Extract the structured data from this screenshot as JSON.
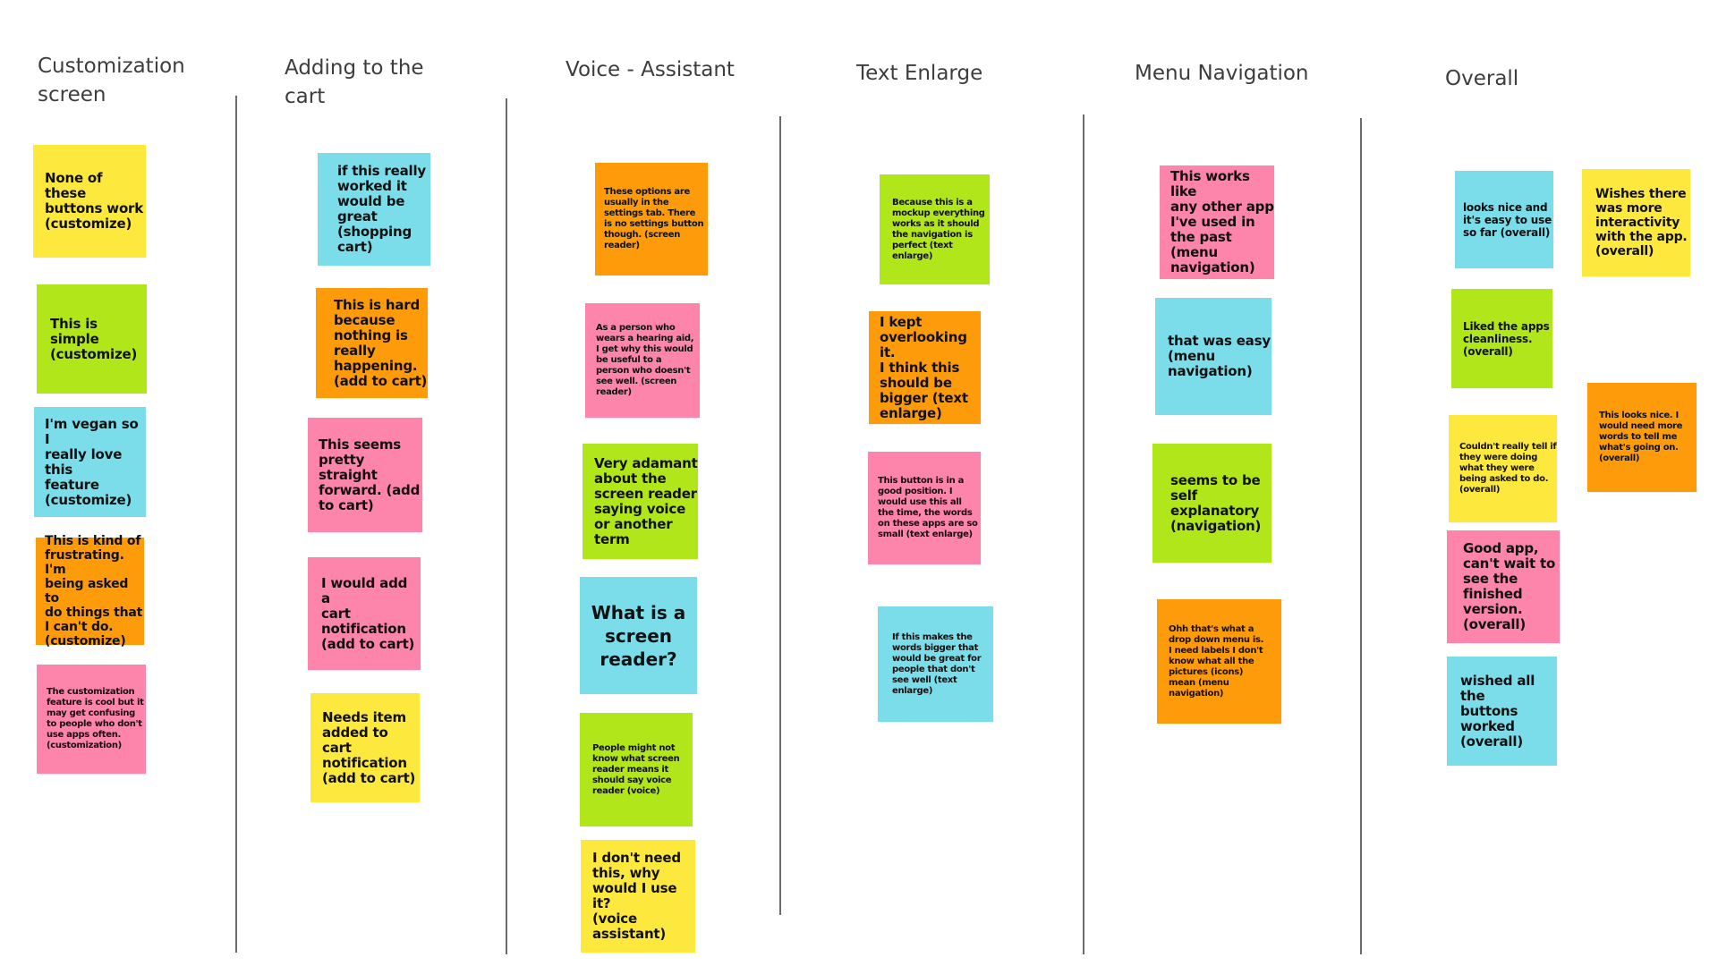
{
  "columns": [
    {
      "title": "Customization\nscreen",
      "notes": [
        {
          "text": "None of these\nbuttons work\n(customize)",
          "color": "yellow"
        },
        {
          "text": "This is simple\n(customize)",
          "color": "green"
        },
        {
          "text": "I'm vegan so I\nreally love this\nfeature\n(customize)",
          "color": "cyan"
        },
        {
          "text": "This is kind of\nfrustrating. I'm\nbeing asked to\ndo things that\nI can't do.\n(customize)",
          "color": "orange"
        },
        {
          "text": "The customization\nfeature is cool but it\nmay get confusing\nto people who don't\nuse apps often.\n(customization)",
          "color": "pink"
        }
      ]
    },
    {
      "title": "Adding to the\ncart",
      "notes": [
        {
          "text": "if this really\nworked it\nwould be\ngreat\n(shopping\ncart)",
          "color": "cyan"
        },
        {
          "text": "This is hard\nbecause\nnothing is\nreally\nhappening.\n(add to cart)",
          "color": "orange"
        },
        {
          "text": "This seems\npretty straight\nforward. (add\nto cart)",
          "color": "pink"
        },
        {
          "text": "I would add a\ncart\nnotification\n(add to cart)",
          "color": "pink"
        },
        {
          "text": "Needs item\nadded to cart\nnotification\n(add to cart)",
          "color": "yellow"
        }
      ]
    },
    {
      "title": "Voice - Assistant",
      "notes": [
        {
          "text": "These options are\nusually in the\nsettings tab. There\nis no settings button\nthough. (screen\nreader)",
          "color": "orange"
        },
        {
          "text": "As a person who\nwears a hearing aid,\nI get why this would\nbe useful to a\nperson who doesn't\nsee well. (screen\nreader)",
          "color": "pink"
        },
        {
          "text": "Very adamant\nabout the\nscreen reader\nsaying voice\nor another\nterm",
          "color": "green"
        },
        {
          "text": "What is a\nscreen\nreader?",
          "color": "cyan"
        },
        {
          "text": "People might not\nknow what screen\nreader means it\nshould say voice\nreader (voice)",
          "color": "green"
        },
        {
          "text": "I don't need\nthis, why\nwould I use it?\n(voice\nassistant)",
          "color": "yellow"
        }
      ]
    },
    {
      "title": "Text Enlarge",
      "notes": [
        {
          "text": "Because this is a\nmockup everything\nworks as it should\nthe navigation is\nperfect (text\nenlarge)",
          "color": "green"
        },
        {
          "text": "I kept\noverlooking it.\nI think this\nshould be\nbigger (text\nenlarge)",
          "color": "orange"
        },
        {
          "text": "This button is in a\ngood position. I\nwould use this all\nthe time, the words\non these apps are so\nsmall (text enlarge)",
          "color": "pink"
        },
        {
          "text": "If this makes the\nwords bigger that\nwould be great for\npeople that don't\nsee well (text\nenlarge)",
          "color": "cyan"
        }
      ]
    },
    {
      "title": "Menu Navigation",
      "notes": [
        {
          "text": "This works like\nany other app\nI've used in\nthe past\n(menu\nnavigation)",
          "color": "pink"
        },
        {
          "text": "that was easy\n(menu\nnavigation)",
          "color": "cyan"
        },
        {
          "text": "seems to be\nself\nexplanatory\n(navigation)",
          "color": "green"
        },
        {
          "text": "Ohh that's what a\ndrop down menu is.\nI need labels I don't\nknow what all the\npictures (icons)\nmean (menu\nnavigation)",
          "color": "orange"
        }
      ]
    },
    {
      "title": "Overall",
      "notes": [
        {
          "text": "looks nice and\nit's easy to use\nso far (overall)",
          "color": "cyan"
        },
        {
          "text": "Wishes there\nwas more\ninteractivity\nwith the app.\n(overall)",
          "color": "yellow"
        },
        {
          "text": "Liked the apps\ncleanliness.\n(overall)",
          "color": "green"
        },
        {
          "text": "This looks nice. I\nwould need more\nwords to tell me\nwhat's going on.\n(overall)",
          "color": "orange"
        },
        {
          "text": "Couldn't really tell if\nthey were doing\nwhat they were\nbeing asked to do.\n(overall)",
          "color": "yellow"
        },
        {
          "text": "Good app,\ncan't wait to\nsee the\nfinished\nversion.\n(overall)",
          "color": "pink"
        },
        {
          "text": "wished all the\nbuttons\nworked\n(overall)",
          "color": "cyan"
        }
      ]
    }
  ]
}
